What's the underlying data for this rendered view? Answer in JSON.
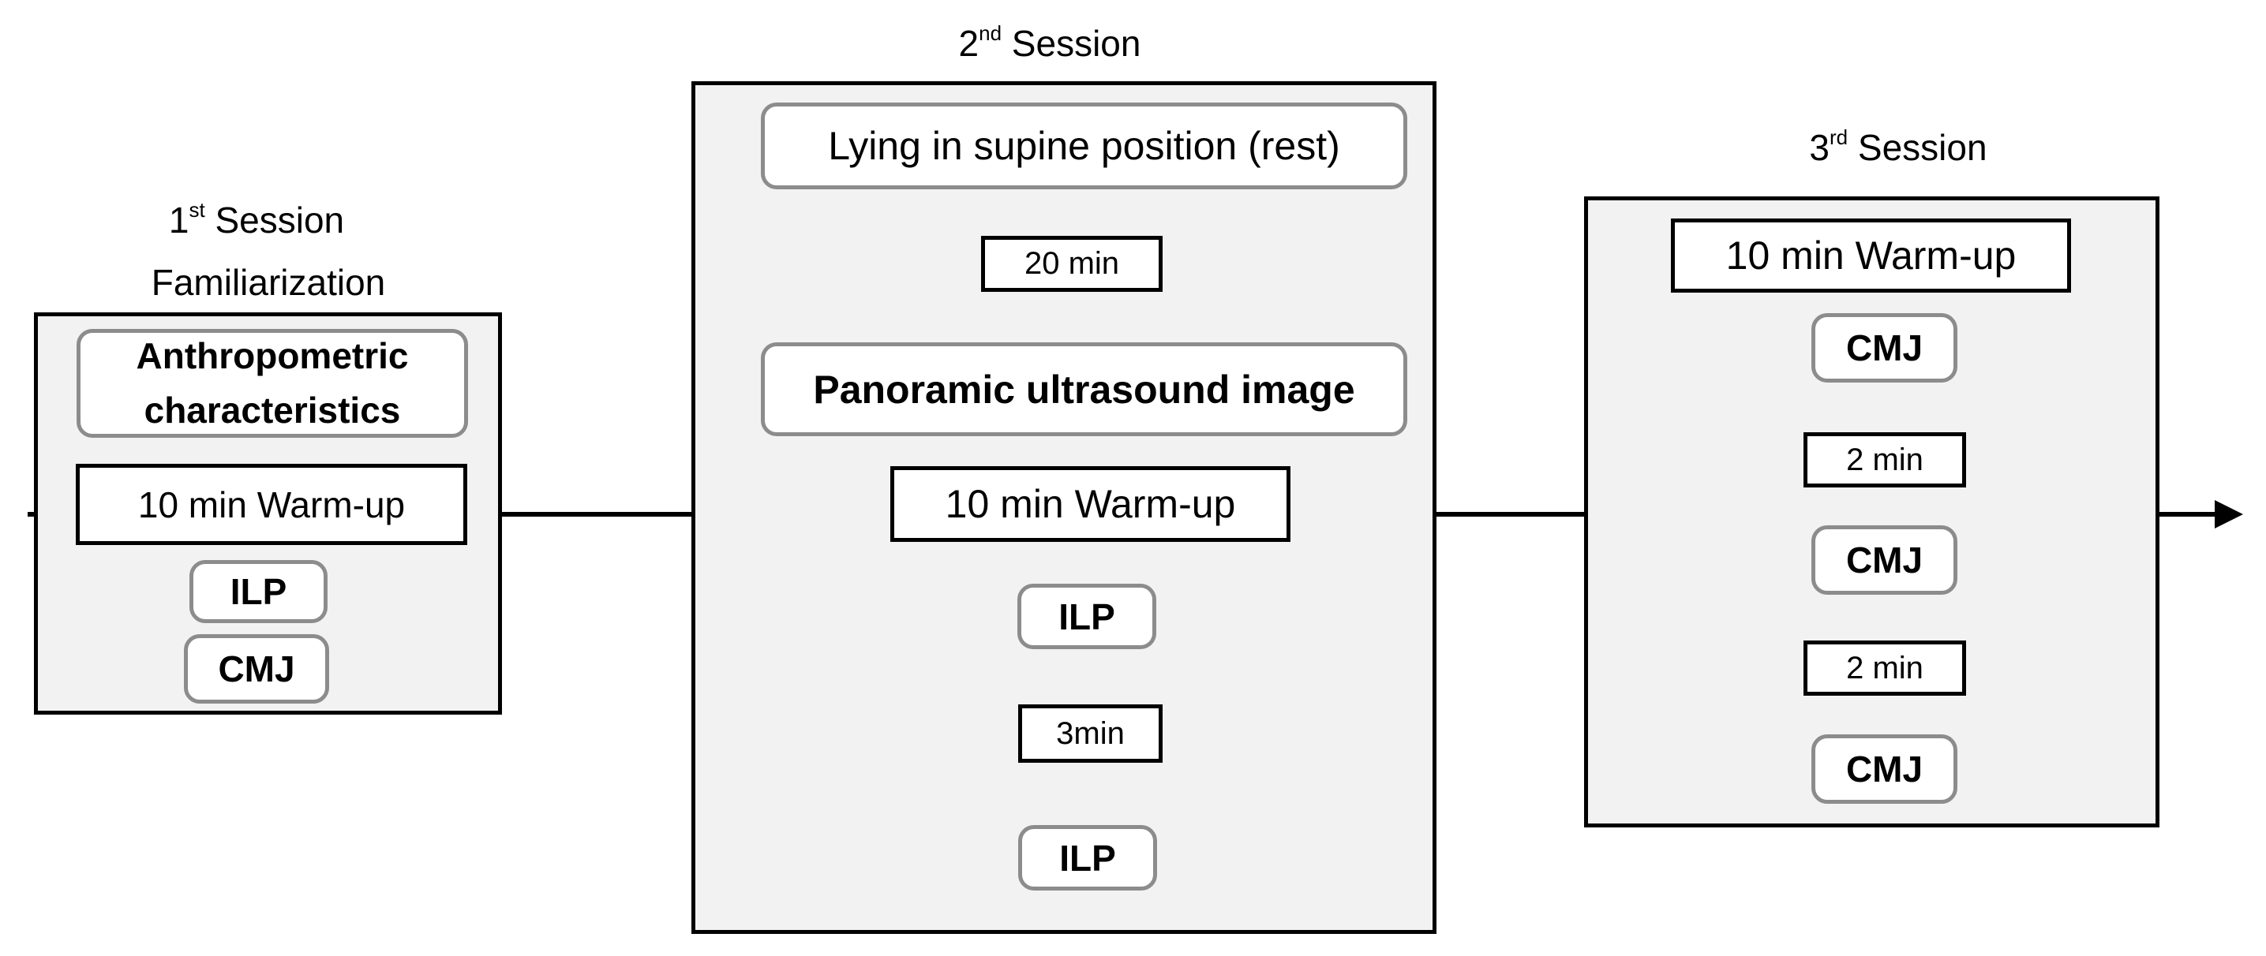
{
  "sessions": [
    {
      "ordinal_num": "1",
      "ordinal_suffix": "st",
      "title": " Session",
      "subtitle": "Familiarization",
      "steps": [
        "Anthropometric characteristics",
        "10 min Warm-up",
        "ILP",
        "CMJ"
      ]
    },
    {
      "ordinal_num": "2",
      "ordinal_suffix": "nd",
      "title": " Session",
      "steps": [
        "Lying in supine position (rest)",
        "20 min",
        "Panoramic ultrasound image",
        "10 min Warm-up",
        "ILP",
        "3min",
        "ILP"
      ]
    },
    {
      "ordinal_num": "3",
      "ordinal_suffix": "rd",
      "title": " Session",
      "steps": [
        "10 min Warm-up",
        "CMJ",
        "2 min",
        "CMJ",
        "2 min",
        "CMJ"
      ]
    }
  ],
  "colors": {
    "panel_fill": "#f2f2f2",
    "rounded_border": "#8c8c8c",
    "line": "#000000"
  }
}
